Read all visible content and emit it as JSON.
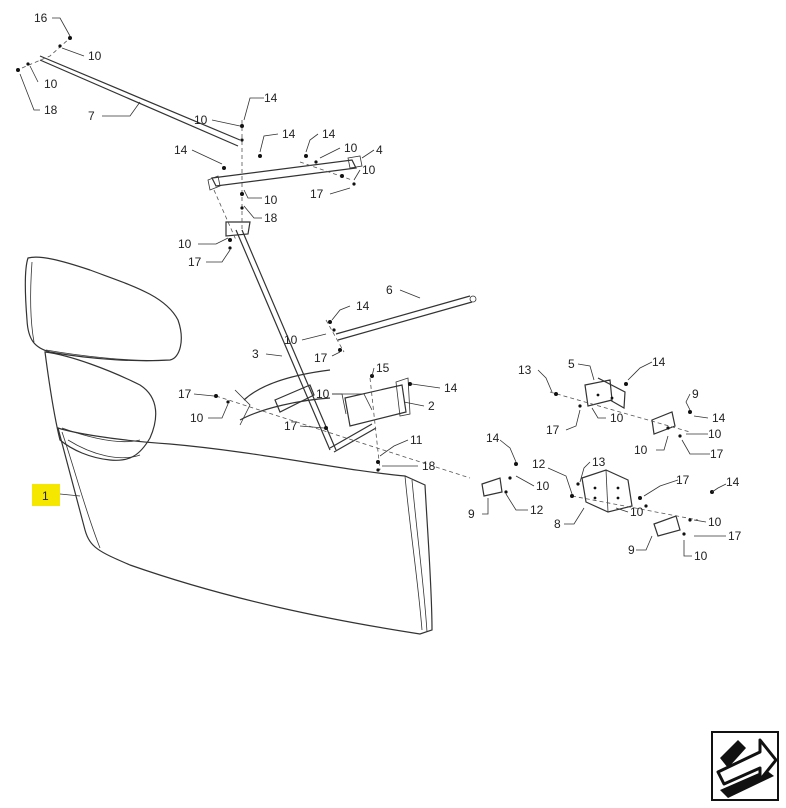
{
  "callouts": {
    "c16": "16",
    "c10a": "10",
    "c10b": "10",
    "c18a": "18",
    "c7": "7",
    "c14a": "14",
    "c10c": "10",
    "c14b": "14",
    "c14c": "14",
    "c14d": "14",
    "c10d": "10",
    "c4": "4",
    "c10e": "10",
    "c17a": "17",
    "c10f": "10",
    "c18b": "18",
    "c10g": "10",
    "c17b": "17",
    "c6": "6",
    "c14e": "14",
    "c10h": "10",
    "c17c": "17",
    "c3": "3",
    "c15": "15",
    "c14f": "14",
    "c17d": "17",
    "c10i": "10",
    "c10j": "10",
    "c2": "2",
    "c17e": "17",
    "c11": "11",
    "c18c": "18",
    "c13a": "13",
    "c5": "5",
    "c14g": "14",
    "c9a": "9",
    "c14h": "14",
    "c10k": "10",
    "c17f": "17",
    "c10l": "10",
    "c17g": "17",
    "c10m": "10",
    "c14i": "14",
    "c10n": "10",
    "c9b": "9",
    "c12a": "12",
    "c12b": "12",
    "c13b": "13",
    "c17h": "17",
    "c8": "8",
    "c10o": "10",
    "c14j": "14",
    "c10p": "10",
    "c17i": "17",
    "c9c": "9",
    "c10q": "10",
    "c1": "1"
  },
  "highlight_color": "#f5e700",
  "nav_icon": "arrow-navigation-icon"
}
